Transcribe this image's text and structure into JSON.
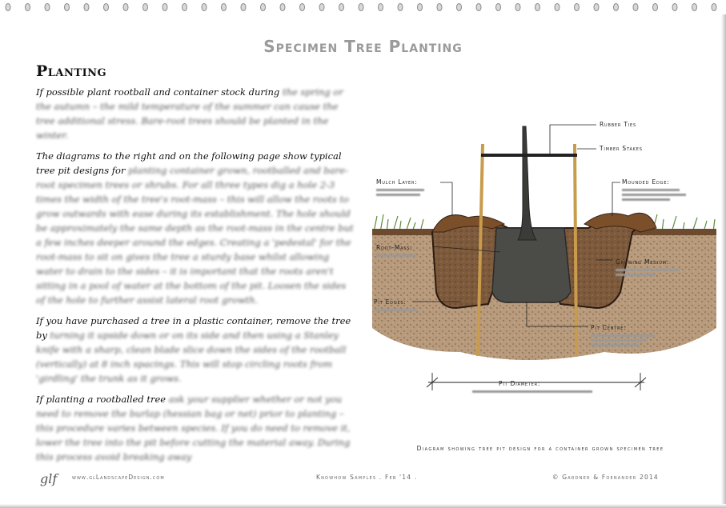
{
  "page": {
    "title": "Specimen Tree Planting"
  },
  "section": {
    "heading": "Planting",
    "paragraphs": [
      {
        "lead": "If possible plant rootball and container stock during",
        "blurred": "the spring or the autumn – the mild temperature of the summer can cause the tree additional stress. Bare-root trees should be planted in the winter."
      },
      {
        "lead": "The diagrams to the right and on the following page show typical tree pit designs for",
        "blurred": "planting container grown, rootballed and bare-root specimen trees or shrubs. For all three types dig a hole 2-3 times the width of the tree's root-mass – this will allow the roots to grow outwards with ease during its establishment. The hole should be approximately the same depth as the root-mass in the centre but a few inches deeper around the edges. Creating a 'pedestal' for the root-mass to sit on gives the tree a sturdy base whilst allowing water to drain to the sides – it is important that the roots aren't sitting in a pool of water at the bottom of the pit. Loosen the sides of the hole to further assist lateral root growth."
      },
      {
        "lead": "If you have purchased a tree in a plastic container, remove the tree by",
        "blurred": "turning it upside down or on its side and then using a Stanley knife with a sharp, clean blade slice down the sides of the rootball (vertically) at 8 inch spacings. This will stop circling roots from 'girdling' the trunk as it grows."
      },
      {
        "lead": "If planting a rootballed tree",
        "blurred": "ask your supplier whether or not you need to remove the burlap (hessian bag or net) prior to planting – this procedure varies between species. If you do need to remove it, lower the tree into the pit before cutting the material away. During this process avoid breaking away"
      }
    ]
  },
  "diagram": {
    "labels": {
      "rubber_ties": "Rubber Ties",
      "timber_stakes": "Timber Stakes",
      "mulch_layer": "Mulch Layer:",
      "mounded_edge": "Mounded Edge:",
      "root_mass": "Root-Mass:",
      "growing_medium": "Growing Medium:",
      "pit_edges": "Pit Edges:",
      "pit_centre": "Pit Centre:",
      "pit_diameter": "Pit Diameter:"
    },
    "caption": "Diagram showing tree pit design for a container grown specimen tree"
  },
  "footer": {
    "logo_text": "glf",
    "url": "www.glLandscapeDesign.com",
    "center": "Knowhow Samples . Feb '14 .",
    "right": "© Gardner & Foenander 2014"
  },
  "colors": {
    "title_grey": "#9a9a9a",
    "soil_brown": "#8a6a4a",
    "mulch": "#7a4f2a",
    "grass": "#5e8a3a",
    "rootball": "#4b4b48"
  }
}
